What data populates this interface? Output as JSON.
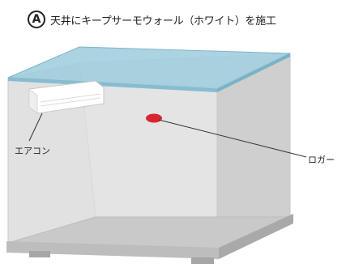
{
  "header": {
    "badge": "A",
    "title": "天井にキープサーモウォール（ホワイト）を施工"
  },
  "labels": {
    "air_conditioner": "エアコン",
    "logger": "ロガー"
  },
  "colors": {
    "ceiling_panel": "#9ccbdc",
    "logger_dot": "#d9262e",
    "box_shading": "#d9d9d9"
  }
}
